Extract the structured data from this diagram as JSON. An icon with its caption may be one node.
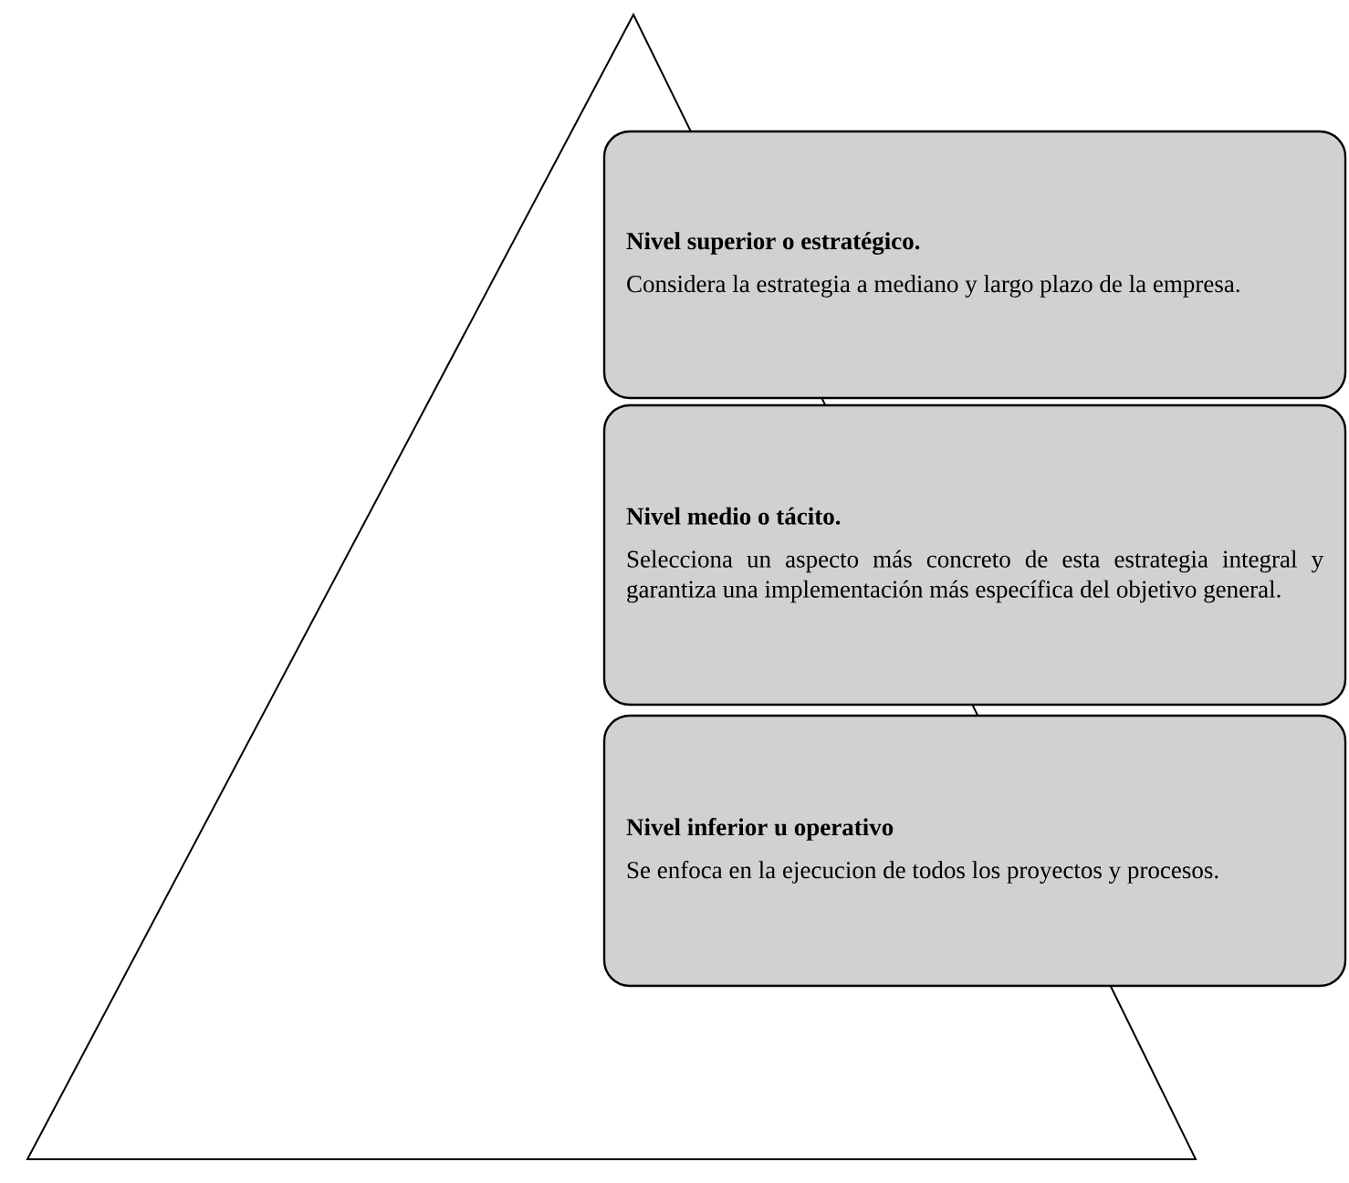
{
  "diagram": {
    "nodes": [
      {
        "text": [
          "Nivel superior o estratégico.",
          "Considera la estrategia a mediano y largo plazo de la empresa."
        ]
      },
      {
        "text": [
          "Nivel medio o tácito.",
          "Selecciona un aspecto más concreto de esta estrategia integral y garantiza una implementación más específica del objetivo general."
        ]
      },
      {
        "text": [
          "Nivel inferior u operativo",
          "Se enfoca en la ejecucion de todos los proyectos y procesos."
        ]
      }
    ]
  }
}
